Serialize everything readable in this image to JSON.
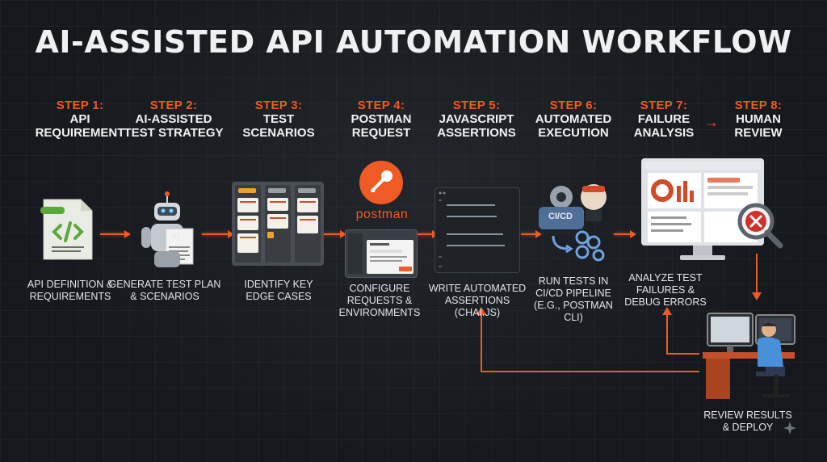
{
  "title": "AI-ASSISTED API AUTOMATION WORKFLOW",
  "steps": [
    {
      "num": "STEP 1:",
      "name": "API\nREQUIREMENT",
      "caption": "API DEFINITION &\nREQUIREMENTS",
      "icon": "document-code-icon"
    },
    {
      "num": "STEP 2:",
      "name": "AI-ASSISTED\nTEST STRATEGY",
      "caption": "GENERATE TEST PLAN\n& SCENARIOS",
      "icon": "robot-icon"
    },
    {
      "num": "STEP 3:",
      "name": "TEST\nSCENARIOS",
      "caption": "IDENTIFY KEY\nEDGE CASES",
      "icon": "kanban-board-icon"
    },
    {
      "num": "STEP 4:",
      "name": "POSTMAN\nREQUEST",
      "caption": "CONFIGURE\nREQUESTS &\nENVIRONMENTS",
      "icon": "postman-logo-icon"
    },
    {
      "num": "STEP 5:",
      "name": "JAVASCRIPT\nASSERTIONS",
      "caption": "WRITE AUTOMATED\nASSERTIONS\n(Chai.js)",
      "icon": "code-editor-icon"
    },
    {
      "num": "STEP 6:",
      "name": "AUTOMATED\nEXECUTION",
      "caption": "RUN TESTS IN\nCI/CD PIPELINE\n(e.g., Postman\nCLI)",
      "icon": "cicd-gear-icon"
    },
    {
      "num": "STEP 7:",
      "name": "FAILURE\nANALYSIS",
      "caption": "ANALYZE TEST\nFAILURES &\nDEBUG ERRORS",
      "icon": "monitor-magnifier-icon"
    },
    {
      "num": "STEP 8:",
      "name": "HUMAN\nREVIEW",
      "caption": "REVIEW RESULTS\n& DEPLOY",
      "icon": "developer-desk-icon"
    }
  ],
  "icon_text": {
    "postman": "postman",
    "cicd": "CI/CD",
    "ai": "AI"
  },
  "colors": {
    "accent": "#f05a24",
    "background": "#15181c",
    "text": "#e6e8eb"
  }
}
